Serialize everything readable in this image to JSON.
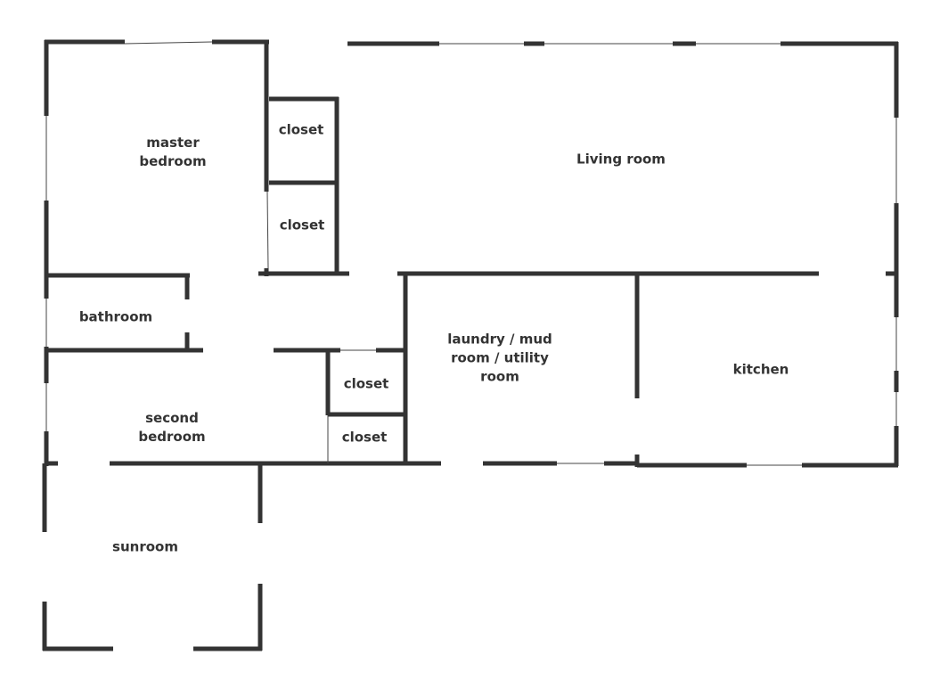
{
  "floor_plan": {
    "rooms": {
      "master_bedroom": "master\nbedroom",
      "closet_1": "closet",
      "closet_2": "closet",
      "living_room": "Living room",
      "bathroom": "bathroom",
      "laundry": "laundry / mud\nroom / utility\nroom",
      "kitchen": "kitchen",
      "closet_3": "closet",
      "closet_4": "closet",
      "second_bedroom": "second\nbedroom",
      "sunroom": "sunroom"
    }
  },
  "colors": {
    "wall": "#333333",
    "background": "#ffffff"
  }
}
